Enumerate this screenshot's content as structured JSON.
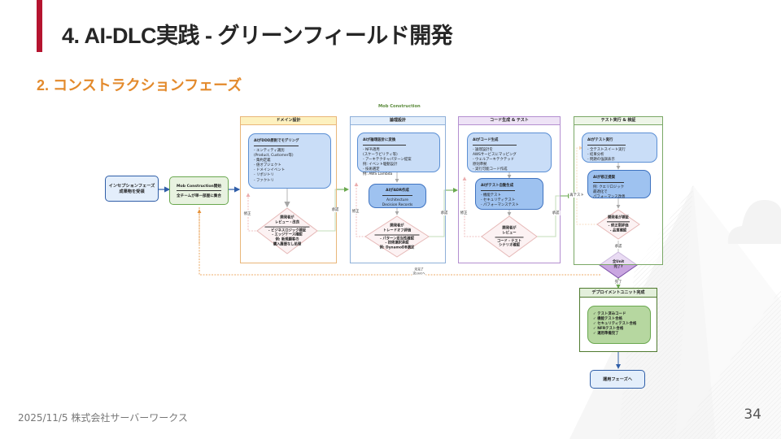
{
  "slide": {
    "title": "4. AI-DLC実践 - グリーンフィールド開発",
    "subtitle": "2. コンストラクションフェーズ",
    "footer": "2025/11/5 株式会社サーバーワークス",
    "page_number": "34",
    "colors": {
      "accent_bar": "#b5142f",
      "subtitle": "#e38a2c"
    }
  },
  "diagram": {
    "group_title": "Mob Construction",
    "start_node": {
      "line1": "インセプションフェーズ",
      "line2": "成果物を受領"
    },
    "mob_start": {
      "title": "Mob Construction開始",
      "body": "全チームが単一部屋に集合"
    },
    "lanes": [
      {
        "title": "ドメイン設計",
        "box": {
          "heading": "AIがDDD原則でモデリング",
          "items": [
            "- エンティティ識別",
            " (Product, Customer等)",
            "- 集約定義",
            "- 値オブジェクト",
            "- ドメインイベント",
            "- リポジトリ",
            "- ファクトリ"
          ]
        },
        "decision": {
          "line1": "開発者が",
          "line2": "レビュー・改良",
          "items": [
            "- ビジネスロジック検証",
            "- エッジケース確認",
            "例: 新規顧客の",
            "購入履歴なし処理"
          ]
        },
        "reject_label": "修正",
        "approve_label": "承認"
      },
      {
        "title": "論理設計",
        "box": {
          "heading": "AIが論理設計に変換",
          "items": [
            "- NFR適用",
            " (スケーラビリティ等)",
            "- アーキテクチャパターン提案",
            "例: イベント駆動設計",
            "- 技術選定",
            "例: AWS Lambda"
          ]
        },
        "box2": {
          "heading": "AIがADR作成",
          "body1": "Architecture",
          "body2": "Decision Records"
        },
        "decision": {
          "line1": "開発者が",
          "line2": "トレードオフ評価",
          "items": [
            "- パターン妥当性確認",
            "- 技術選択承認",
            "例: DynamoDB選定"
          ]
        },
        "reject_label": "修正",
        "approve_label": "承認"
      },
      {
        "title": "コード生成 & テスト",
        "box": {
          "heading": "AIがコード生成",
          "items": [
            "- 論理設計を",
            "AWSサービスにマッピング",
            "- ウェルアーキテクテッド",
            "原則準拠",
            "- 実行可能コード作成"
          ]
        },
        "box2": {
          "heading": "AIがテスト自動生成",
          "items": [
            "- 機能テスト",
            "- セキュリティテスト",
            "- パフォーマンステスト"
          ]
        },
        "decision": {
          "line1": "開発者が",
          "line2": "レビュー",
          "items": [
            "コード・テスト",
            "シナリオ確認"
          ]
        },
        "reject_label": "修正",
        "approve_label": "承認"
      },
      {
        "title": "テスト実行 & 検証",
        "box": {
          "heading": "AIがテスト実行",
          "items": [
            "- 全テストスイート実行",
            "- 結果分析",
            "- 問題の強調表示"
          ]
        },
        "box2": {
          "heading": "AIが修正提案",
          "items": [
            "例: クエリロジック",
            "最適化で",
            "パフォーマンス改善"
          ]
        },
        "decision": {
          "line1": "開発者が検証",
          "items": [
            "- 修正案評価",
            "- 品質確認"
          ]
        },
        "retest_label": "再テスト",
        "approve_label": "承認"
      }
    ],
    "all_units_decision": {
      "line1": "全Unit",
      "line2": "完了?"
    },
    "not_done_label": {
      "line1": "未完了",
      "line2": "次Unitへ"
    },
    "done_label": "完了",
    "deploy_unit": {
      "title": "デプロイメントユニット完成",
      "items": [
        "✓ テスト済みコード",
        "✓ 機能テスト合格",
        "✓ セキュリティテスト合格",
        "✓ NFRテスト合格",
        "✓ 運用準備完了"
      ]
    },
    "end_node": "運用フェーズへ"
  }
}
